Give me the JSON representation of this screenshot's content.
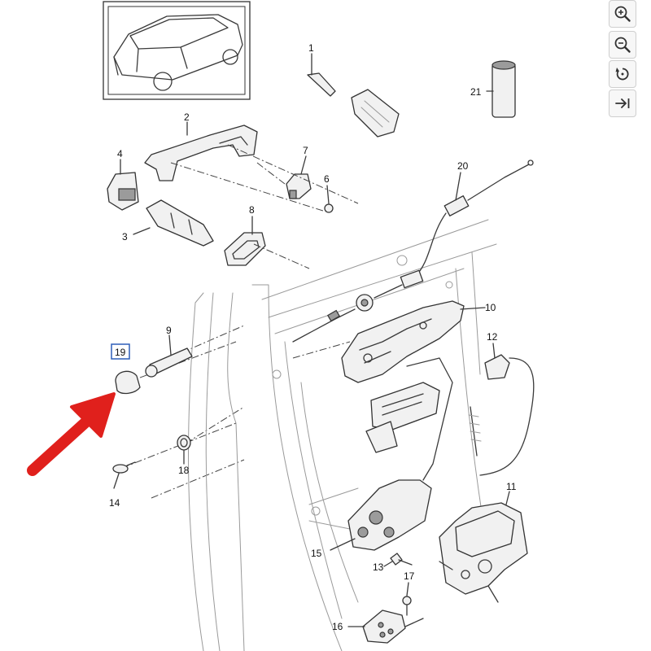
{
  "diagram": {
    "part_numbers": [
      "1",
      "2",
      "3",
      "4",
      "6",
      "7",
      "8",
      "9",
      "10",
      "11",
      "12",
      "13",
      "14",
      "15",
      "16",
      "17",
      "18",
      "19",
      "20",
      "21"
    ],
    "highlighted_part": "19",
    "highlight_color": "#2e5fb8",
    "arrow_color": "#e0201c"
  },
  "toolbar": {
    "buttons": [
      {
        "name": "zoom-in-button",
        "icon": "zoom-in-icon"
      },
      {
        "name": "zoom-out-button",
        "icon": "zoom-out-icon"
      },
      {
        "name": "rotate-button",
        "icon": "rotate-icon"
      },
      {
        "name": "fit-button",
        "icon": "fit-arrow-icon"
      }
    ]
  }
}
